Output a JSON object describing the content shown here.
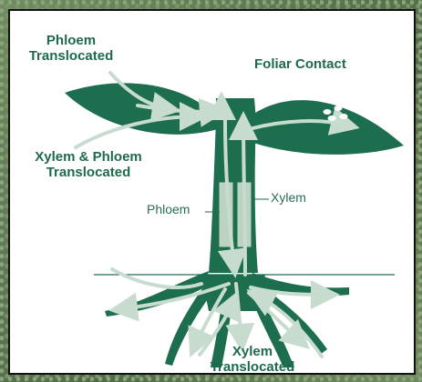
{
  "labels": {
    "phloem_translocated": [
      "Phloem",
      "Translocated"
    ],
    "foliar_contact": "Foliar Contact",
    "xylem_phloem_translocated": [
      "Xylem & Phloem",
      "Translocated"
    ],
    "phloem": "Phloem",
    "xylem": "Xylem",
    "xylem_translocated": [
      "Xylem",
      "Translocated"
    ]
  },
  "colors": {
    "plant_green": "#1d6e4f",
    "arrow_light": "#c7dccf",
    "text_green": "#1e6a4c",
    "vessel_fill": "#bcd3c2",
    "background_texture": "#5f7a55"
  }
}
